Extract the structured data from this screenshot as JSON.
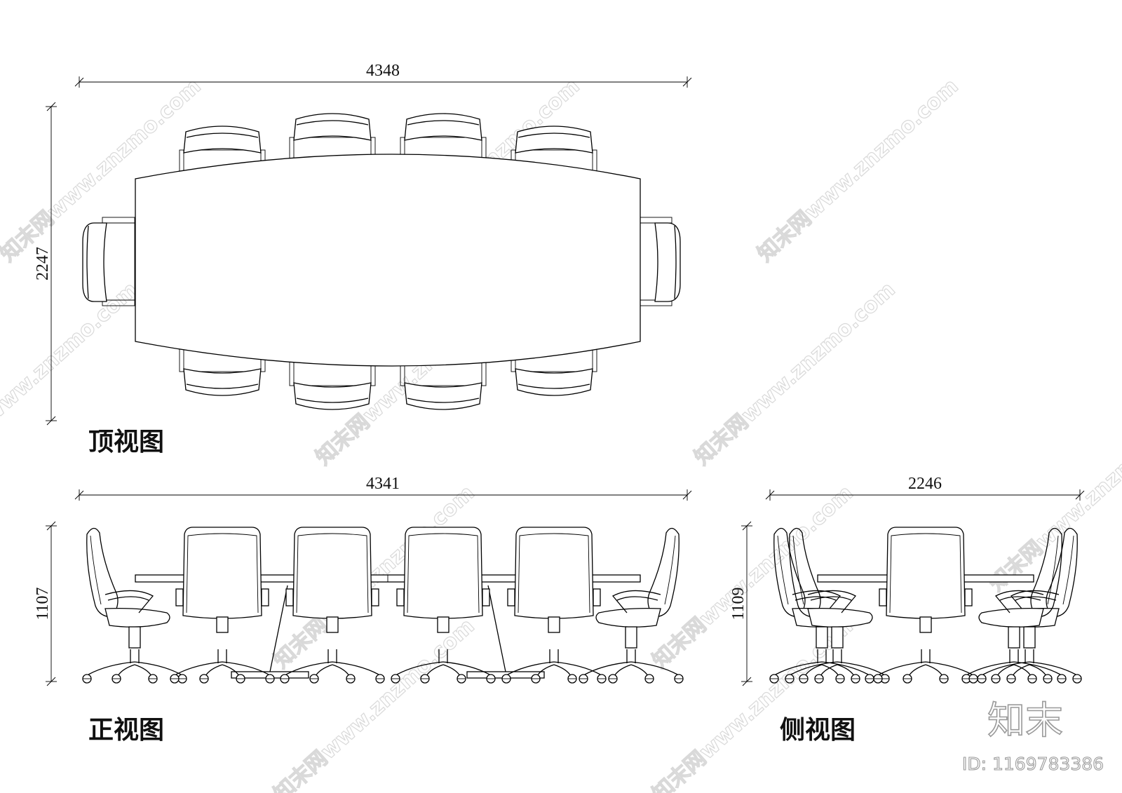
{
  "views": {
    "top": {
      "label": "顶视图",
      "width_dim": "4348",
      "depth_dim": "2247"
    },
    "front": {
      "label": "正视图",
      "width_dim": "4341",
      "height_dim": "1107"
    },
    "side": {
      "label": "侧视图",
      "width_dim": "2246",
      "height_dim": "1109"
    }
  },
  "watermark": {
    "text": "知末网www.znzmo.com",
    "brand": "知末",
    "id": "ID: 1169783386"
  }
}
